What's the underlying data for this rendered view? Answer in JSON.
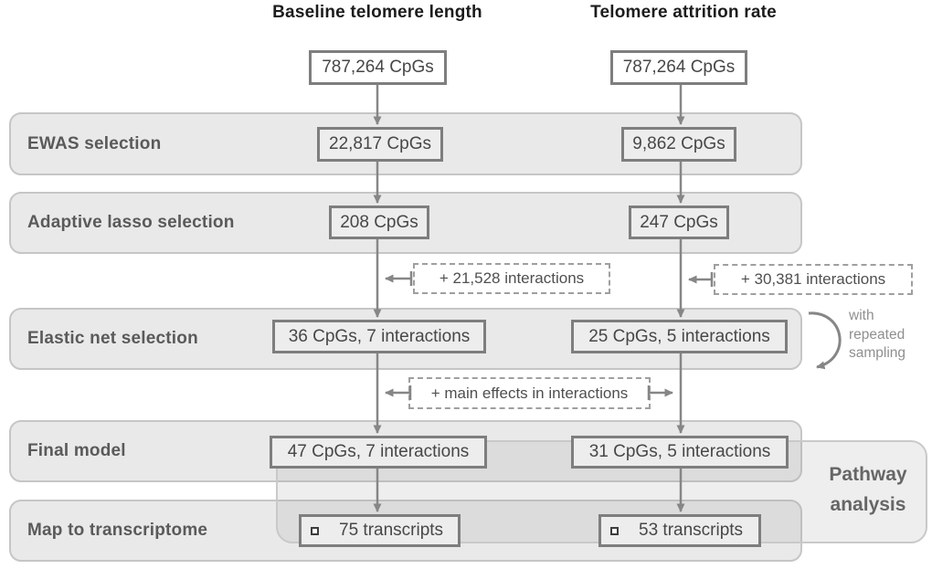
{
  "diagram": {
    "columns": [
      {
        "title": "Baseline telomere length",
        "start": "787,264 CpGs",
        "ewas": "22,817 CpGs",
        "lasso": "208 CpGs",
        "interactions_added": "+ 21,528 interactions",
        "elastic": "36 CpGs, 7 interactions",
        "final": "47 CpGs, 7 interactions",
        "transcripts": "75 transcripts"
      },
      {
        "title": "Telomere attrition rate",
        "start": "787,264 CpGs",
        "ewas": "9,862 CpGs",
        "lasso": "247 CpGs",
        "interactions_added": "+ 30,381 interactions",
        "elastic": "25 CpGs, 5 interactions",
        "final": "31 CpGs, 5 interactions",
        "transcripts": "53 transcripts"
      }
    ],
    "stages": [
      {
        "label": "EWAS selection"
      },
      {
        "label": "Adaptive lasso selection"
      },
      {
        "label": "Elastic net selection"
      },
      {
        "label": "Final model"
      },
      {
        "label": "Map to transcriptome"
      }
    ],
    "annotations": {
      "main_effects": "+ main effects in interactions",
      "repeated_sampling": "with repeated sampling",
      "pathway": "Pathway analysis"
    },
    "colors": {
      "band_fill": "#e9e9e9",
      "band_border": "#c6c6c6",
      "node_border": "#7e7e7e",
      "arrow": "#868686",
      "dashed_border": "#9f9f9f",
      "muted_text": "#8f8f8f"
    }
  }
}
